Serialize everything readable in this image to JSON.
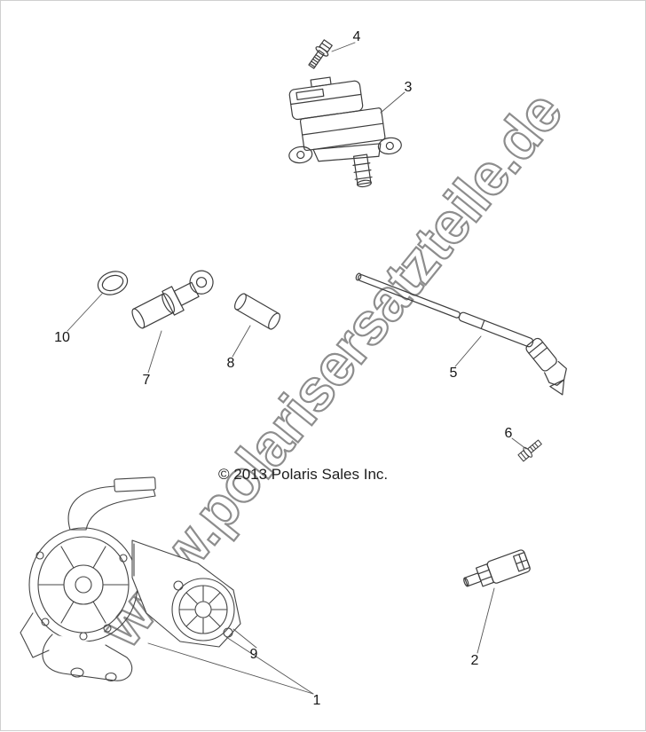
{
  "watermark": "www.polarisersatzteile.de",
  "copyright": "© 2013 Polaris Sales Inc.",
  "callouts": [
    {
      "id": "4"
    },
    {
      "id": "3"
    },
    {
      "id": "10"
    },
    {
      "id": "7"
    },
    {
      "id": "8"
    },
    {
      "id": "5"
    },
    {
      "id": "6"
    },
    {
      "id": "2"
    },
    {
      "id": "9"
    },
    {
      "id": "1"
    }
  ]
}
